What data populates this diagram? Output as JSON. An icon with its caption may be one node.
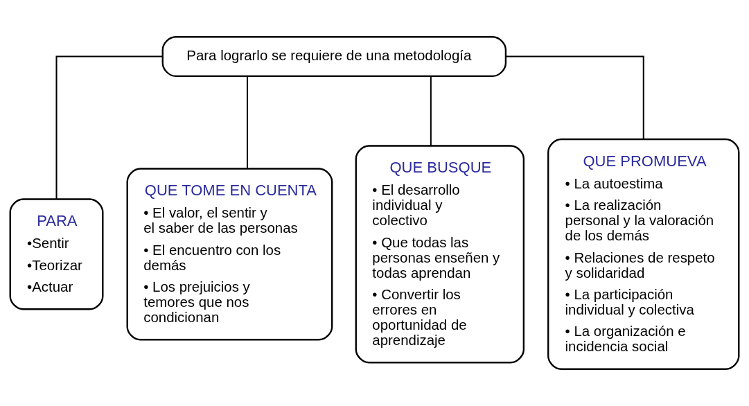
{
  "diagram": {
    "nodes": [
      {
        "text": [
          "Para lograrlo se requiere de una metodología"
        ]
      },
      {
        "text": [
          "PARA",
          "•Sentir",
          "•Teorizar",
          "•Actuar"
        ]
      },
      {
        "text": [
          "QUE TOME EN CUENTA",
          "• El valor, el sentir y el saber de las personas",
          "• El encuentro con los demás",
          "• Los prejuicios y temores que nos condicionan"
        ]
      },
      {
        "text": [
          "QUE BUSQUE",
          "• El desarrollo individual y colectivo",
          "• Que todas las personas enseñen y todas aprendan",
          "• Convertir los errores en oportunidad de aprendizaje"
        ]
      },
      {
        "text": [
          "QUE PROMUEVA",
          "• La autoestima",
          "• La realización personal y la valoración de los demás",
          "• Relaciones de respeto y solidaridad",
          "• La participación individual y colectiva",
          "• La organización e incidencia social"
        ]
      }
    ],
    "edges": [
      {
        "from": 0,
        "to": 1,
        "arrow": "none"
      },
      {
        "from": 0,
        "to": 2,
        "arrow": "none"
      },
      {
        "from": 0,
        "to": 3,
        "arrow": "none"
      },
      {
        "from": 0,
        "to": 4,
        "arrow": "none"
      }
    ]
  }
}
